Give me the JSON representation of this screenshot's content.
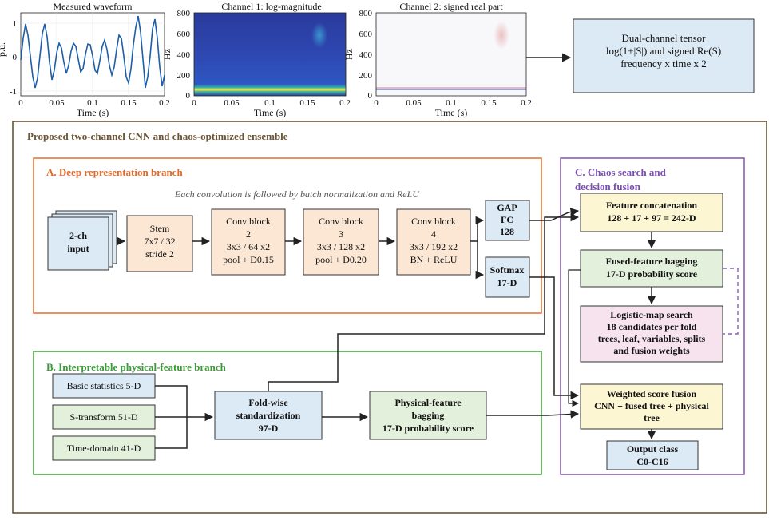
{
  "plots": {
    "waveform": {
      "title": "Measured waveform",
      "ylabel": "p.u.",
      "xlabel": "Time (s)",
      "yticks": [
        "1",
        "0",
        "-1"
      ],
      "xticks": [
        "0",
        "0.05",
        "0.1",
        "0.15",
        "0.2"
      ]
    },
    "channel1": {
      "title": "Channel 1: log-magnitude",
      "ylabel": "Hz",
      "xlabel": "Time (s)",
      "yticks": [
        "800",
        "600",
        "400",
        "200",
        "0"
      ],
      "xticks": [
        "0",
        "0.05",
        "0.1",
        "0.15",
        "0.2"
      ]
    },
    "channel2": {
      "title": "Channel 2: signed real part",
      "ylabel": "Hz",
      "xlabel": "Time (s)",
      "yticks": [
        "800",
        "600",
        "400",
        "200",
        "0"
      ],
      "xticks": [
        "0",
        "0.05",
        "0.1",
        "0.15",
        "0.2"
      ]
    }
  },
  "tensor_box": {
    "line1": "Dual-channel tensor",
    "line2": "log(1+|S|) and signed Re(S)",
    "line3": "frequency x time x 2"
  },
  "outer_title": "Proposed two-channel CNN and chaos-optimized ensemble",
  "branch_a": {
    "title": "A. Deep representation branch",
    "note": "Each convolution is followed by batch normalization and ReLU",
    "input": {
      "line1": "2-ch",
      "line2": "input"
    },
    "stem": {
      "line1": "Stem",
      "line2": "7x7 / 32",
      "line3": "stride 2"
    },
    "conv2": {
      "line1": "Conv block",
      "line2": "2",
      "line3": "3x3 / 64 x2",
      "line4": "pool + D0.15"
    },
    "conv3": {
      "line1": "Conv block",
      "line2": "3",
      "line3": "3x3 / 128 x2",
      "line4": "pool + D0.20"
    },
    "conv4": {
      "line1": "Conv block",
      "line2": "4",
      "line3": "3x3 / 192 x2",
      "line4": "BN + ReLU"
    },
    "gap": {
      "line1": "GAP",
      "line2": "FC",
      "line3": "128"
    },
    "softmax": {
      "line1": "Softmax",
      "line2": "17-D"
    }
  },
  "branch_b": {
    "title": "B. Interpretable physical-feature branch",
    "basic": "Basic statistics  5-D",
    "stransform": "S-transform  51-D",
    "timedomain": "Time-domain  41-D",
    "standardize": {
      "line1": "Fold-wise",
      "line2": "standardization",
      "line3": "97-D"
    },
    "phys_bag": {
      "line1": "Physical-feature",
      "line2": "bagging",
      "line3": "17-D probability score"
    }
  },
  "branch_c": {
    "title_line1": "C. Chaos search and",
    "title_line2": "decision fusion",
    "concat": {
      "line1": "Feature concatenation",
      "line2": "128 + 17 + 97 = 242-D"
    },
    "fused_bag": {
      "line1": "Fused-feature bagging",
      "line2": "17-D probability score"
    },
    "logistic": {
      "line1": "Logistic-map search",
      "line2": "18 candidates per fold",
      "line3": "trees, leaf, variables, splits",
      "line4": "and fusion weights"
    },
    "weighted": {
      "line1": "Weighted score fusion",
      "line2": "CNN + fused tree + physical",
      "line3": "tree"
    },
    "output": {
      "line1": "Output class",
      "line2": "C0-C16"
    }
  },
  "colors": {
    "branch_a_border": "#e8743b",
    "branch_a_title": "#e06a2c",
    "branch_b_border": "#4aa544",
    "branch_b_title": "#3d9a3a",
    "branch_c_border": "#8a5fb5",
    "branch_c_title": "#7a4fb0",
    "outer_border": "#6b5536",
    "outer_title": "#6b5536",
    "waveform_line": "#1f5ea8",
    "box_blue": "#dceaf6",
    "box_peach": "#fbe7d4",
    "box_green": "#e3f0dc",
    "box_yellow": "#fdf6d3",
    "box_pink": "#f6e3ee"
  }
}
